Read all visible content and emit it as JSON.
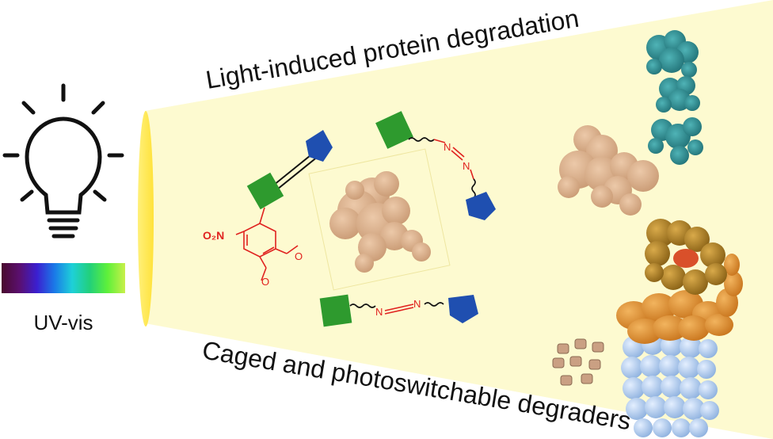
{
  "title_top": "Light-induced protein degradation",
  "title_bottom": "Caged and photoswitchable degraders",
  "spectrum": {
    "label": "UV-vis",
    "colors": [
      "#4a0a2e",
      "#5a0f6e",
      "#3b1fd0",
      "#1a7ae8",
      "#1ed0d8",
      "#22d07a",
      "#5ef03a",
      "#c8f04a"
    ]
  },
  "icons": [
    "light-bulb-icon"
  ],
  "chemistry": {
    "nitro_label": "O₂N",
    "azo_label": "N=N"
  },
  "palette": {
    "beam": "#fdfad0",
    "linker_green": "#2e9a2e",
    "ligand_blue": "#1f4fb0",
    "protein_tan": "#d9b08f",
    "target_teal": "#2f8f92",
    "proteasome_blue": "#9fc0e6",
    "proteasome_orange": "#d98a2a",
    "ubiquitin_gold": "#b8862a",
    "chem_red": "#e0221f"
  }
}
